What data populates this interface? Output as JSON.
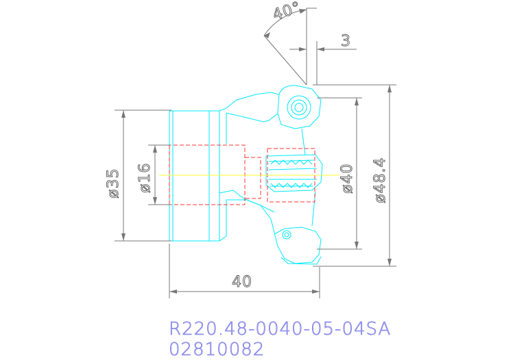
{
  "dimensions": {
    "angle": "40°",
    "chamfer": "3",
    "dia_body": "ø35",
    "dia_bore": "ø16",
    "dia_cut": "ø40",
    "dia_max": "ø48.4",
    "length": "40"
  },
  "part": {
    "designation": "R220.48-0040-05-04SA",
    "article": "02810082"
  },
  "colors": {
    "outline": "#00ffff",
    "hidden": "#ff3030",
    "dimension": "#555555",
    "centerline": "#ffff00",
    "text": "#8080ff"
  }
}
